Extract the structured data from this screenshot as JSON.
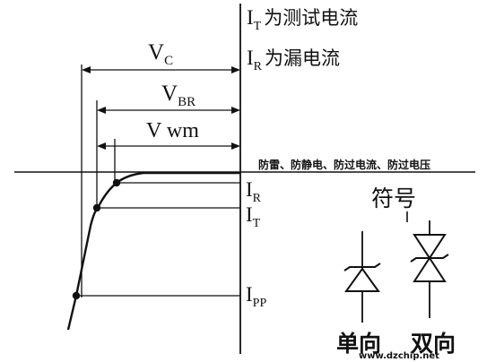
{
  "legend": {
    "it": {
      "symbol": "I",
      "sub": "T",
      "desc": "为测试电流"
    },
    "ir": {
      "symbol": "I",
      "sub": "R",
      "desc": "为漏电流"
    }
  },
  "voltages": {
    "vc": {
      "symbol": "V",
      "sub": "C"
    },
    "vbr": {
      "symbol": "V",
      "sub": "BR"
    },
    "vwm": {
      "text": "V wm"
    }
  },
  "currents": {
    "ir": {
      "symbol": "I",
      "sub": "R"
    },
    "it": {
      "symbol": "I",
      "sub": "T"
    },
    "ipp": {
      "symbol": "I",
      "sub": "PP"
    }
  },
  "axis_caption": "防雷、防静电、防过电流、防过电压",
  "symbols": {
    "heading": "符号",
    "unidirectional_label": "单向",
    "bidirectional_label": "双向"
  },
  "watermark": "www.dzchip.net"
}
